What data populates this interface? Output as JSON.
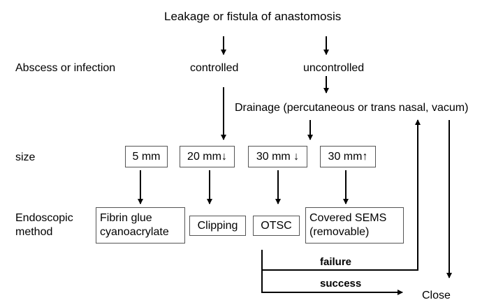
{
  "title": "Leakage or fistula of anastomosis",
  "rows": {
    "abscess_label": "Abscess or infection",
    "size_label": "size",
    "method_label_line1": "Endoscopic",
    "method_label_line2": "method"
  },
  "branches": {
    "controlled": "controlled",
    "uncontrolled": "uncontrolled",
    "drainage": "Drainage (percutaneous or trans nasal, vacum)"
  },
  "sizes": [
    {
      "label": "5 mm"
    },
    {
      "label": "20 mm↓"
    },
    {
      "label": "30 mm ↓"
    },
    {
      "label": "30 mm↑"
    }
  ],
  "methods": [
    {
      "line1": "Fibrin glue",
      "line2": "cyanoacrylate"
    },
    {
      "line1": "Clipping"
    },
    {
      "line1": "OTSC"
    },
    {
      "line1": "Covered SEMS",
      "line2": "(removable)"
    }
  ],
  "outcomes": {
    "failure": "failure",
    "success": "success",
    "close": "Close"
  }
}
